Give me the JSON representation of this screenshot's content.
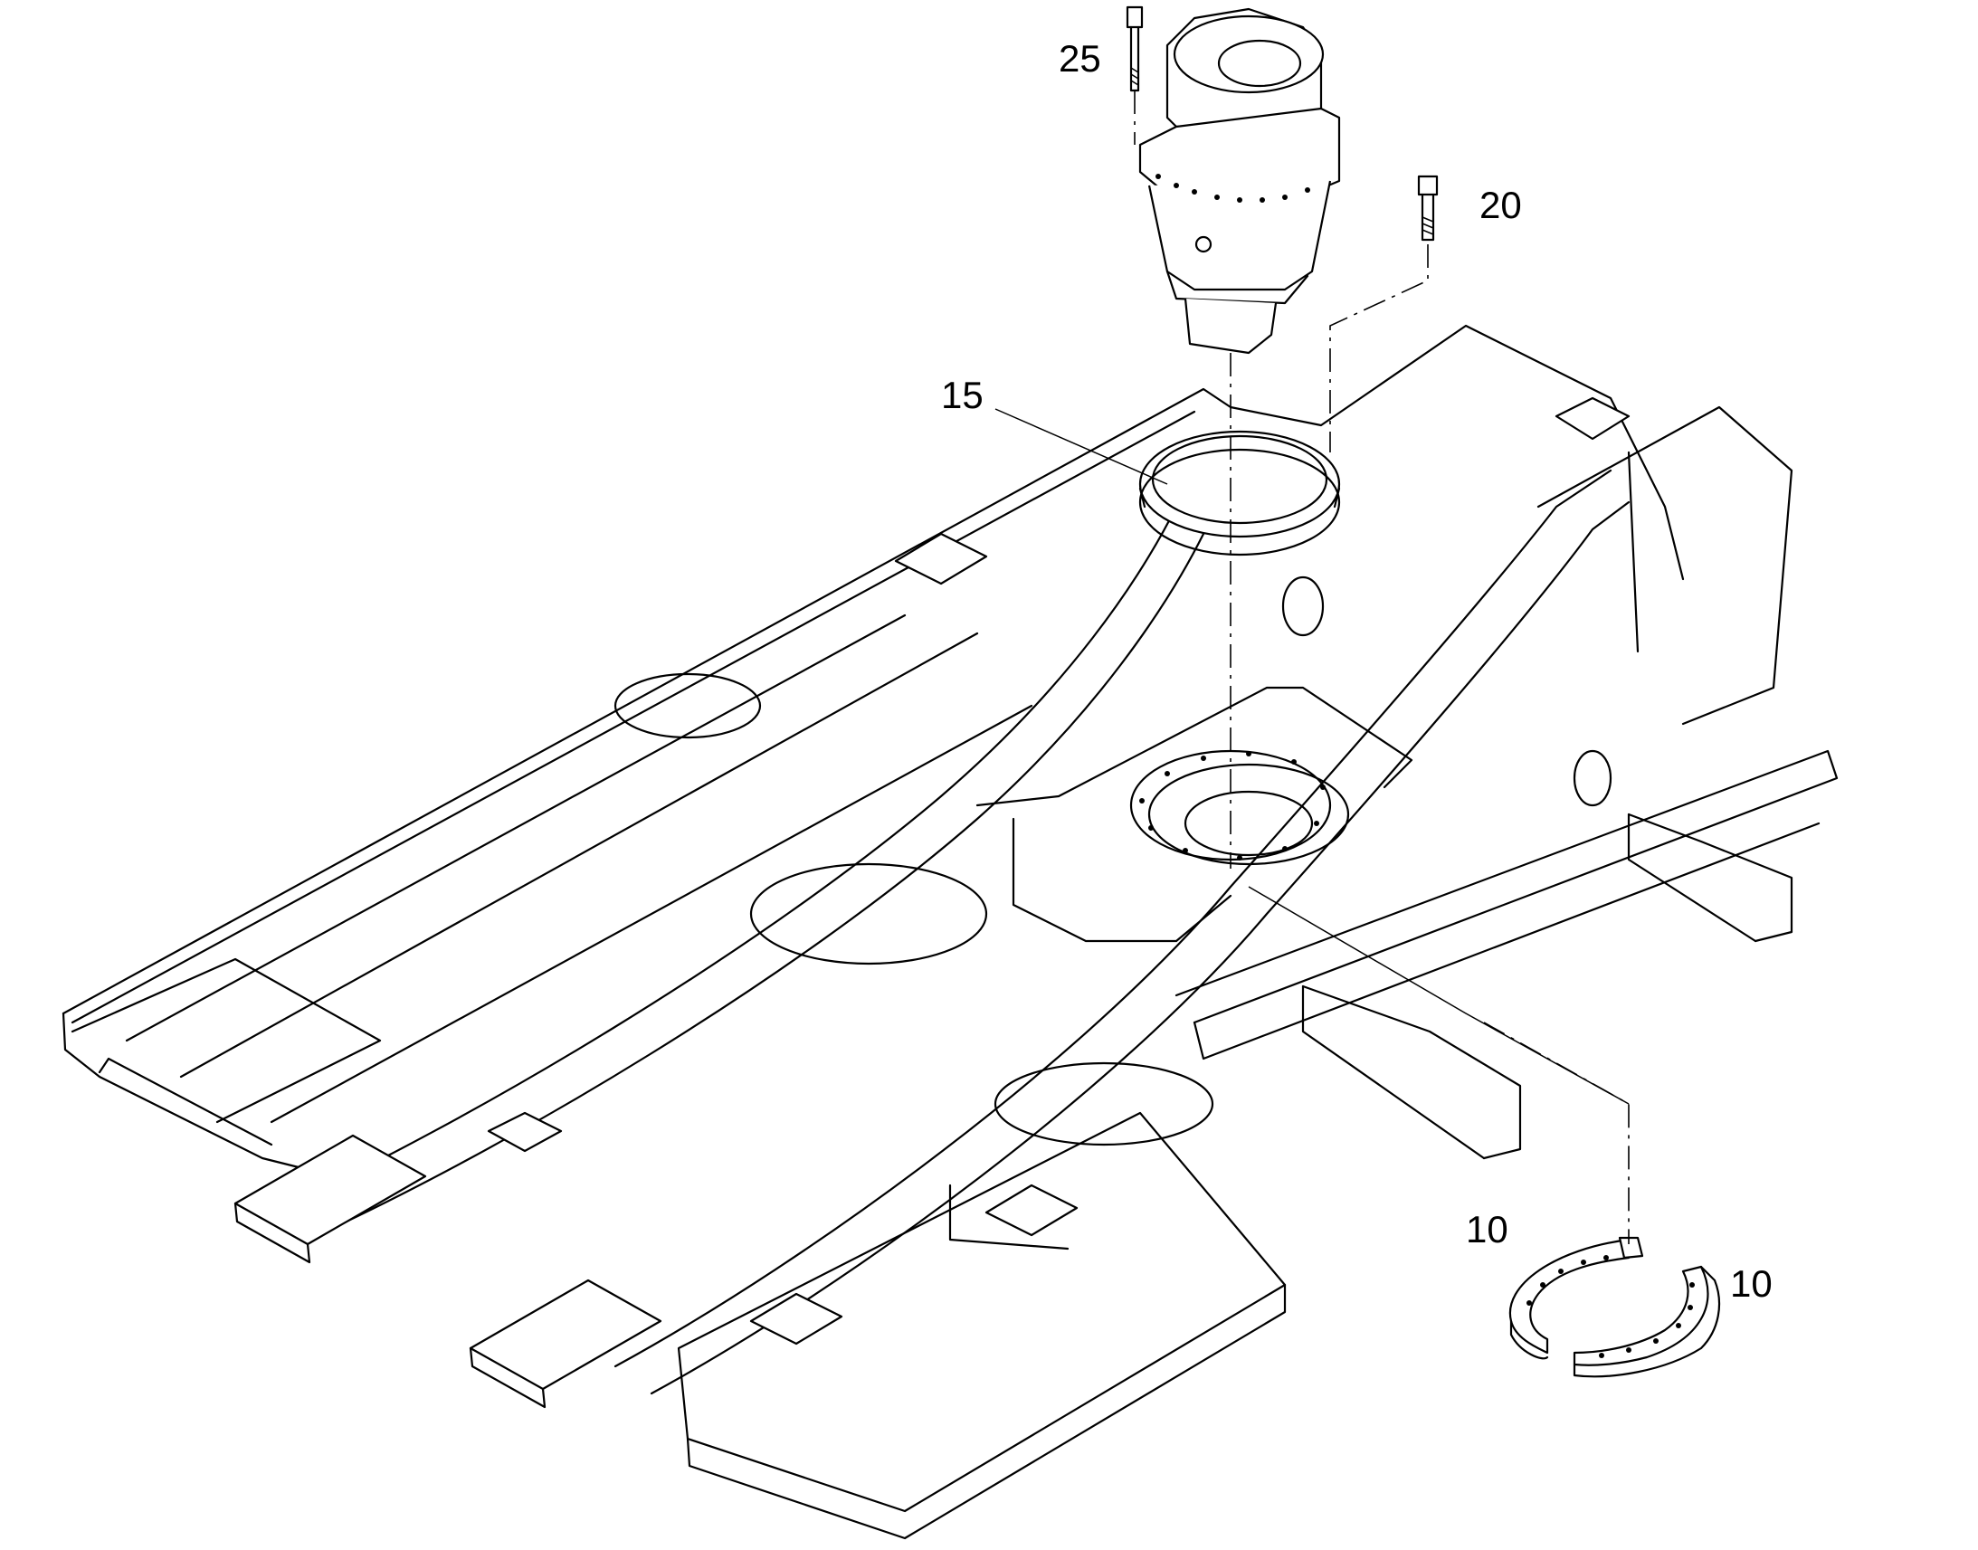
{
  "callouts": {
    "part_25": "25",
    "part_20": "20",
    "part_15": "15",
    "part_10_upper": "10",
    "part_10_lower": "10"
  }
}
